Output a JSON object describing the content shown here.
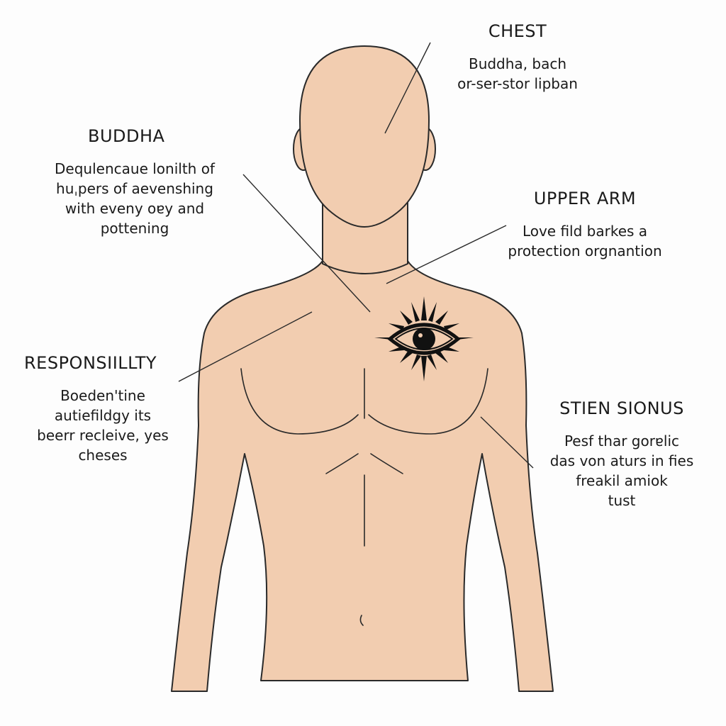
{
  "labels": {
    "chest": {
      "title": "CHEST",
      "lines": [
        "Buddha, bach",
        "or-ser-stor lipban"
      ]
    },
    "buddha": {
      "title": "BUDDHA",
      "lines": [
        "Dequlencaue lonilth of",
        "huˌpers of aevenshing",
        "with eveny oɐy and",
        "pottening"
      ]
    },
    "upper_arm": {
      "title": "UPPER ARM",
      "lines": [
        "Love fild barkes a",
        "protection orgnantion"
      ]
    },
    "responsibility": {
      "title": "RESPONSIILLTY",
      "lines": [
        "Boeden'tine",
        "autiefildgy its",
        "beerr recleive, yes",
        "cheses"
      ]
    },
    "stien_sionus": {
      "title": "STIEN SIONUS",
      "lines": [
        "Pesf thar gorɐlic",
        "das von aturs in fies",
        "freakil amiok",
        "tust"
      ]
    }
  },
  "colors": {
    "skin": "#f2cdb0",
    "outline": "#2a2a2a",
    "tattoo": "#111111",
    "background": "#fdfdfd"
  },
  "icons": {
    "tattoo": "sun-eye-icon"
  }
}
